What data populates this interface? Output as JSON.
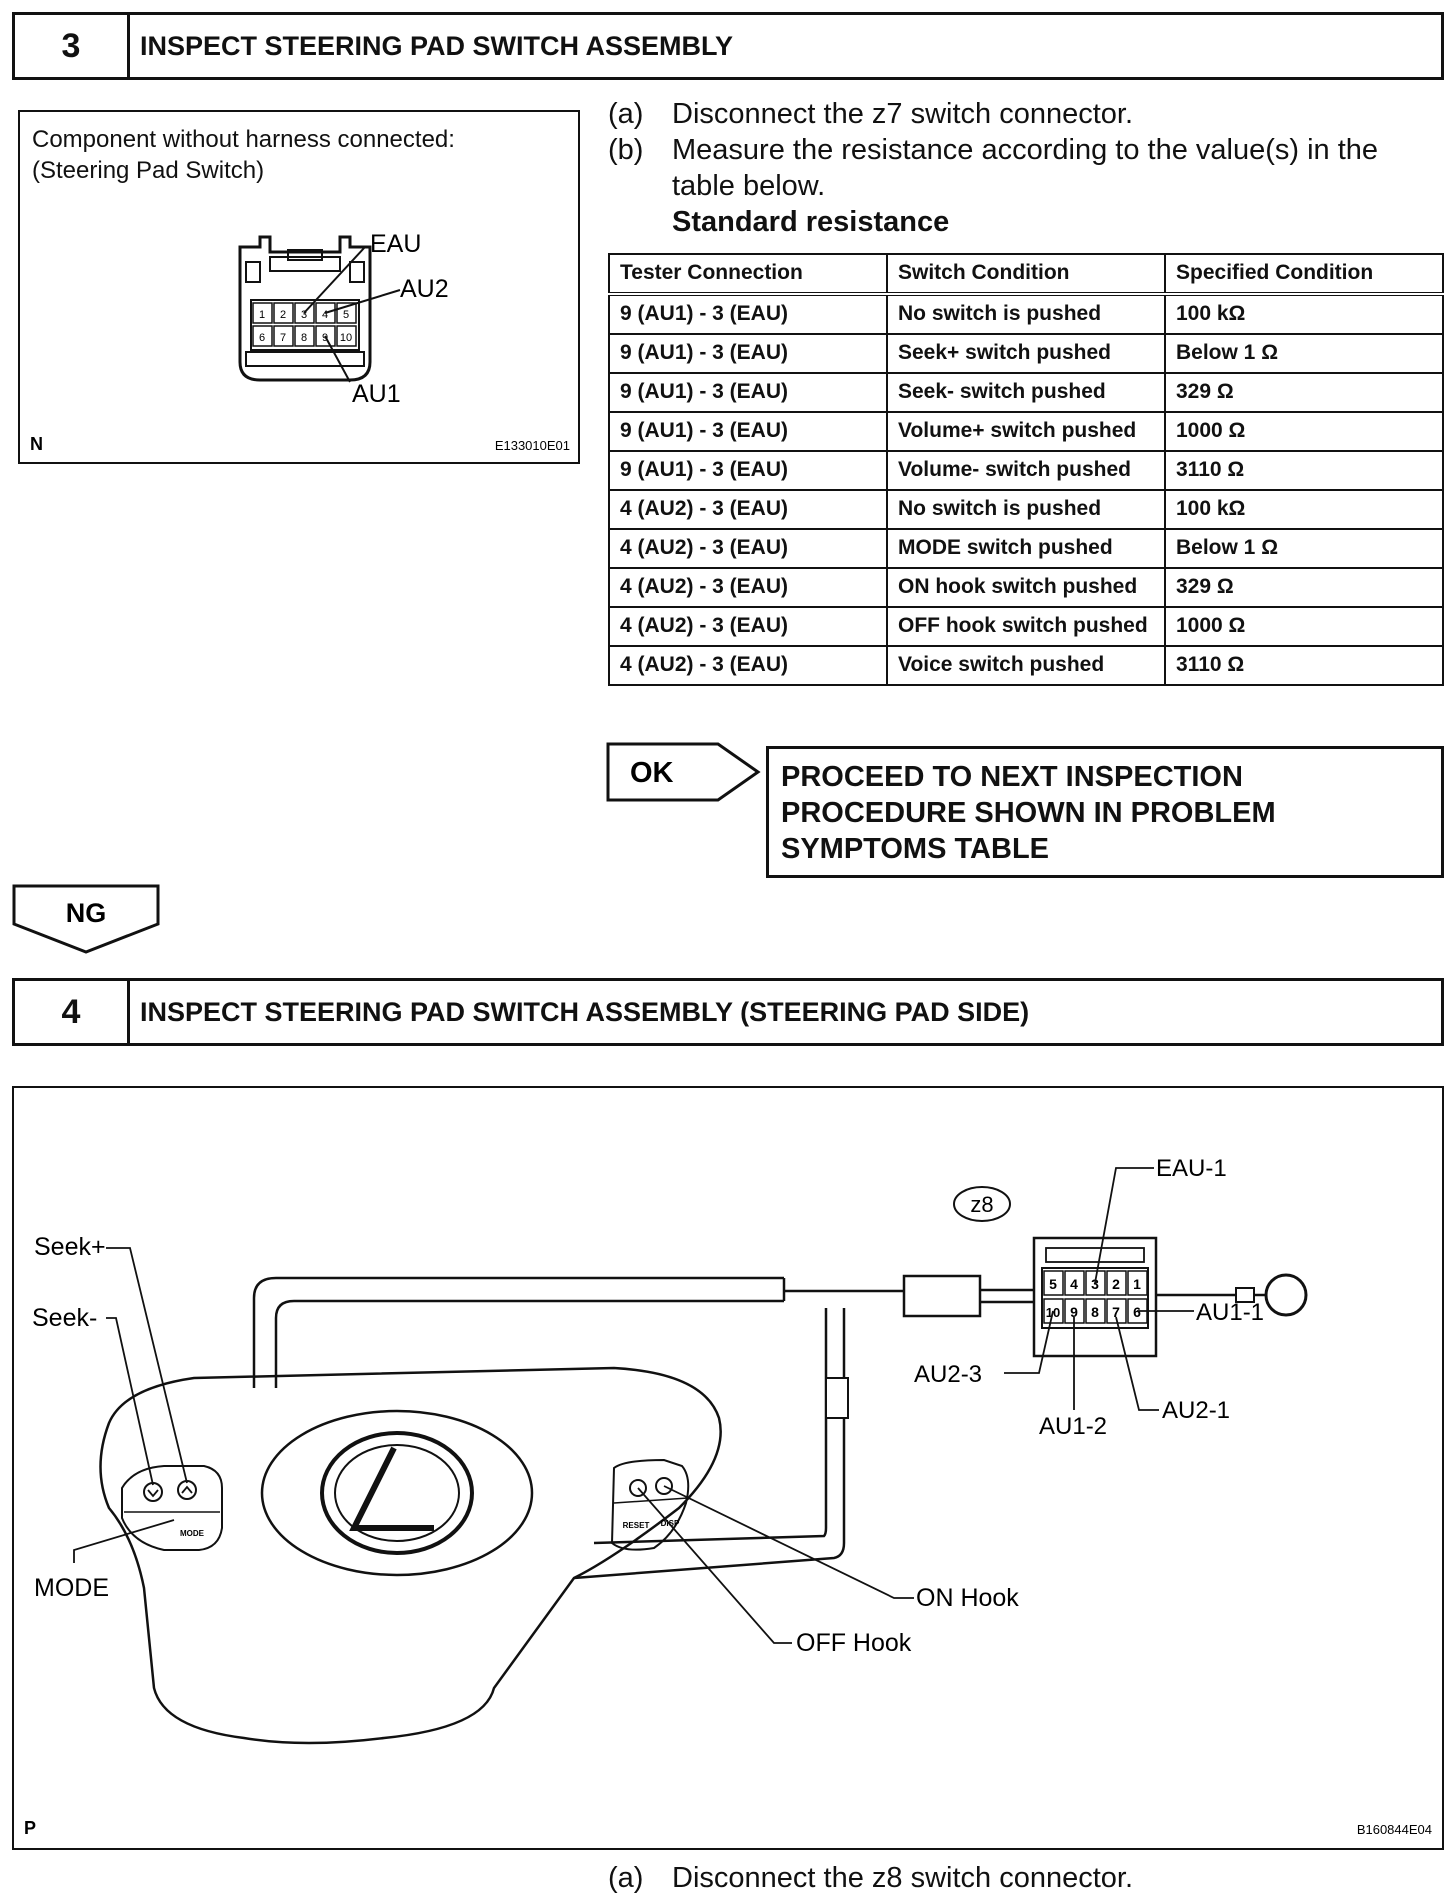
{
  "step3": {
    "number": "3",
    "title": "INSPECT STEERING PAD SWITCH ASSEMBLY",
    "figure": {
      "caption_line1": "Component without harness connected:",
      "caption_line2": "(Steering Pad Switch)",
      "pin_labels": [
        "EAU",
        "AU2",
        "AU1"
      ],
      "pins_top": [
        "1",
        "2",
        "3",
        "4",
        "5"
      ],
      "pins_bottom": [
        "6",
        "7",
        "8",
        "9",
        "10"
      ],
      "corner_letter": "N",
      "figure_id": "E133010E01"
    },
    "instructions": {
      "a_label": "(a)",
      "a_text": "Disconnect the z7 switch connector.",
      "b_label": "(b)",
      "b_text_line1": "Measure the resistance according to the value(s) in the",
      "b_text_line2": "table below.",
      "heading": "Standard resistance"
    },
    "table": {
      "headers": [
        "Tester Connection",
        "Switch Condition",
        "Specified Condition"
      ],
      "rows": [
        [
          "9 (AU1) - 3 (EAU)",
          "No switch is pushed",
          "100 kΩ"
        ],
        [
          "9 (AU1) - 3 (EAU)",
          "Seek+ switch pushed",
          "Below 1 Ω"
        ],
        [
          "9 (AU1) - 3 (EAU)",
          "Seek- switch pushed",
          "329 Ω"
        ],
        [
          "9 (AU1) - 3 (EAU)",
          "Volume+ switch pushed",
          "1000 Ω"
        ],
        [
          "9 (AU1) - 3 (EAU)",
          "Volume- switch pushed",
          "3110 Ω"
        ],
        [
          "4 (AU2) - 3 (EAU)",
          "No switch is pushed",
          "100 kΩ"
        ],
        [
          "4 (AU2) - 3 (EAU)",
          "MODE switch pushed",
          "Below 1 Ω"
        ],
        [
          "4 (AU2) - 3 (EAU)",
          "ON hook switch pushed",
          "329 Ω"
        ],
        [
          "4 (AU2) - 3 (EAU)",
          "OFF hook switch pushed",
          "1000 Ω"
        ],
        [
          "4 (AU2) - 3 (EAU)",
          "Voice switch pushed",
          "3110 Ω"
        ]
      ]
    },
    "ok_label": "OK",
    "proceed_line1": "PROCEED TO NEXT INSPECTION",
    "proceed_line2": "PROCEDURE SHOWN IN PROBLEM",
    "proceed_line3": "SYMPTOMS TABLE",
    "ng_label": "NG"
  },
  "step4": {
    "number": "4",
    "title": "INSPECT STEERING PAD SWITCH ASSEMBLY (STEERING PAD SIDE)",
    "figure": {
      "labels": {
        "seek_plus": "Seek+",
        "seek_minus": "Seek-",
        "mode": "MODE",
        "on_hook": "ON Hook",
        "off_hook": "OFF Hook",
        "connector": "z8",
        "eau1": "EAU-1",
        "au1_1": "AU1-1",
        "au2_3": "AU2-3",
        "au1_2": "AU1-2",
        "au2_1": "AU2-1",
        "mode_button": "MODE",
        "reset_button": "RESET",
        "disp_button": "DISP"
      },
      "pins_top": [
        "5",
        "4",
        "3",
        "2",
        "1"
      ],
      "pins_bottom": [
        "10",
        "9",
        "8",
        "7",
        "6"
      ],
      "corner_letter": "P",
      "figure_id": "B160844E04"
    },
    "instruction_a_label": "(a)",
    "instruction_a_text": "Disconnect the z8 switch connector."
  }
}
